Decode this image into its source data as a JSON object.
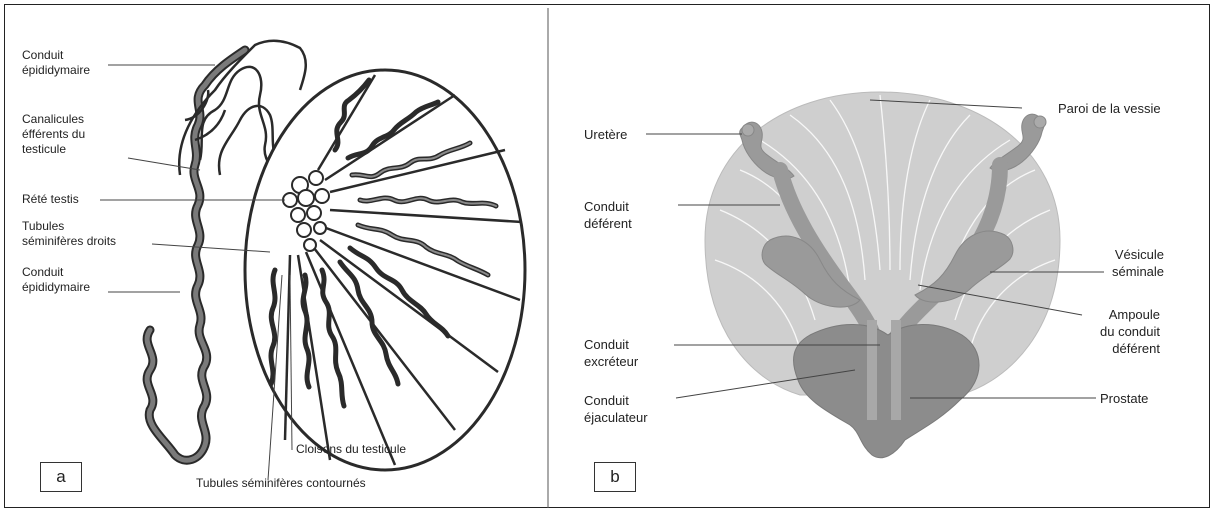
{
  "panel_a": {
    "tag": "a",
    "labels": {
      "conduit_epididymaire_top": "Conduit\népididymaire",
      "canalicules": "Canalicules\néfférents du\ntesticule",
      "rete_testis": "Rété testis",
      "tubules_droits": "Tubules\nséminifères droits",
      "conduit_epididymaire_bottom": "Conduit\népididymaire",
      "cloisons": "Cloisons du testicule",
      "tubules_contournes": "Tubules séminifères contournés"
    }
  },
  "panel_b": {
    "tag": "b",
    "labels": {
      "uretere": "Uretère",
      "paroi_vessie": "Paroi de la vessie",
      "conduit_deferent": "Conduit\ndéférent",
      "vesicule_seminale": "Vésicule\nséminale",
      "ampoule": "Ampoule\ndu conduit\ndéférent",
      "conduit_excreteur": "Conduit\nexcréteur",
      "conduit_ejaculateur": "Conduit\néjaculateur",
      "prostate": "Prostate"
    }
  },
  "colors": {
    "outline": "#2a2a2a",
    "tubule_fill": "#7a7a7a",
    "bladder_fill": "#cfcfcf",
    "organ_fill": "#9a9a9a",
    "prostate_fill": "#8c8c8c"
  }
}
